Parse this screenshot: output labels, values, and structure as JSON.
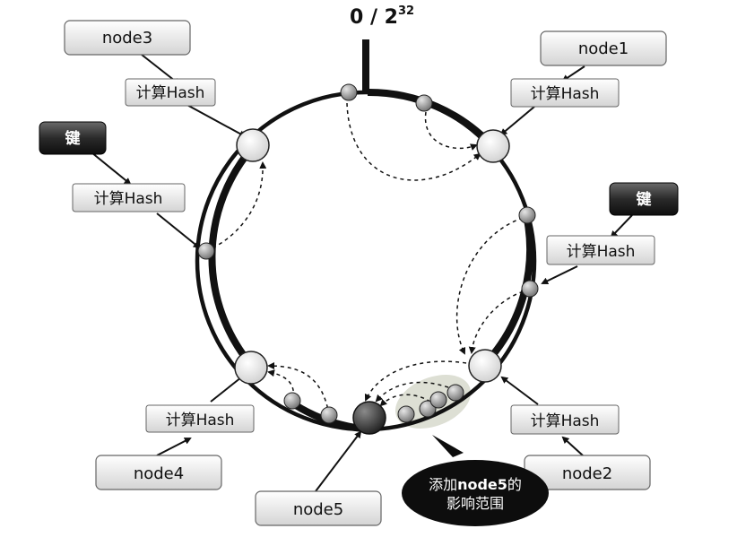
{
  "diagram": {
    "top_label": {
      "base": "0 / 2",
      "exponent": "32"
    },
    "hash_label": "计算Hash",
    "key_label": "键",
    "nodes": {
      "node1": "node1",
      "node2": "node2",
      "node3": "node3",
      "node4": "node4",
      "node5": "node5"
    },
    "callout": {
      "line1_prefix": "添加",
      "line1_bold": "node5",
      "line1_suffix": "的",
      "line2": "影响范围"
    },
    "colors": {
      "ring": "#111111",
      "label_box_top": "#ffffff",
      "label_box_bottom": "#d6d6d6",
      "key_box": "#2a2a2a",
      "callout": "#0d0d0d",
      "highlight": "#d9dccf",
      "object_ball": "#9a9a9a",
      "server_ball": "#f4f4f4",
      "node5_ball": "#3a3a3a"
    }
  }
}
